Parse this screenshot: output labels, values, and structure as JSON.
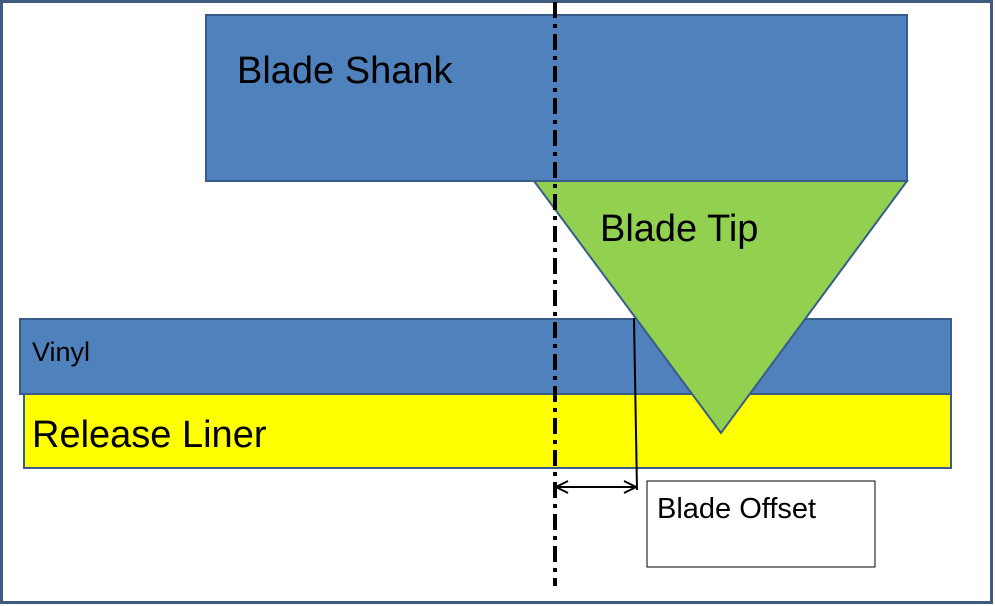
{
  "labels": {
    "blade_shank": "Blade Shank",
    "blade_tip": "Blade Tip",
    "vinyl": "Vinyl",
    "release_liner": "Release Liner",
    "blade_offset": "Blade Offset"
  },
  "colors": {
    "frame": "#3f5a80",
    "shank_fill": "#4f81bd",
    "shank_stroke": "#385d8a",
    "tip_fill": "#92d050",
    "vinyl_fill": "#4f81bd",
    "liner_fill": "#ffff00",
    "line": "#000000"
  }
}
